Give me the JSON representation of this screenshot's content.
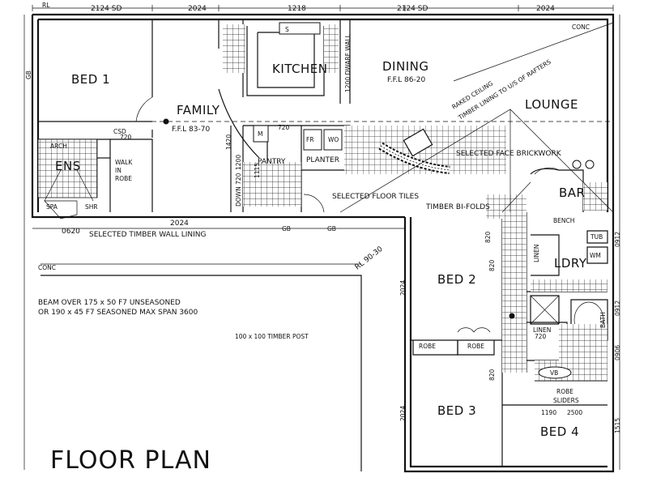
{
  "title": "FLOOR PLAN",
  "rooms": {
    "bed1": "BED 1",
    "family": "FAMILY",
    "family_ffl": "F.F.L 83-70",
    "kitchen": "KITCHEN",
    "dining": "DINING",
    "dining_ffl": "F.F.L 86-20",
    "lounge": "LOUNGE",
    "ens": "ENS",
    "walk_in_robe": [
      "WALK",
      "IN",
      "ROBE"
    ],
    "pantry": "PANTRY",
    "planter": "PLANTER",
    "bar": "BAR",
    "bed2": "BED 2",
    "bed3": "BED 3",
    "bed4": "BED 4",
    "ldry": "LDRY",
    "linen1": "LINEN",
    "linen2": "LINEN",
    "bath": "BATH",
    "robe1": "ROBE",
    "robe2": "ROBE",
    "robe3": "ROBE",
    "spa": "SPA",
    "shr": "SHR",
    "arch": "ARCH",
    "vb": "VB",
    "sliders": "SLIDERS",
    "bench": "BENCH",
    "tub": "TUB",
    "wm": "WM",
    "fr": "FR",
    "wo": "WO",
    "m": "M",
    "s": "S"
  },
  "notes": {
    "raked_ceiling": "RAKED CEILING",
    "timber_lining": "TIMBER LINING TO U/S OF RAFTERS",
    "selected_face_brickwork": "SELECTED FACE BRICKWORK",
    "selected_floor_tiles": "SELECTED FLOOR TILES",
    "timber_bi_folds": "TIMBER BI-FOLDS",
    "selected_timber_wall_lining": "SELECTED TIMBER WALL LINING",
    "dwarf_wall": "1200 DWARF WALL",
    "beam_note_1": "BEAM OVER 175 x 50 F7 UNSEASONED",
    "beam_note_2": "OR 190 x 45 F7 SEASONED MAX SPAN 3600",
    "timber_post": "100 x 100 TIMBER POST",
    "conc_top": "CONC",
    "conc_left": "CONC",
    "rl_left": "RL",
    "rl_main": "RL 90-30",
    "csd": "CSD",
    "gb": "GB"
  },
  "dimensions": {
    "top_1": "2124 SD",
    "top_2": "2024",
    "top_3": "1218",
    "top_4": "2124 SD",
    "top_5": "2024",
    "wall_2024": "2024",
    "wall_0620": "0620",
    "csd_720": "720",
    "d_720": "720",
    "d_820a": "820",
    "d_820b": "820",
    "d_820c": "820",
    "d_2024a": "2024",
    "d_2024b": "2024",
    "d_0912a": "0912",
    "d_0912b": "0912",
    "d_0906": "0906",
    "d_1515": "1515",
    "d_2500": "2500",
    "d_1190": "1190",
    "d_720b": "720",
    "down_720": "DOWN 720",
    "d_1420": "1420",
    "d_1200": "1200",
    "d_1115": "1115"
  }
}
